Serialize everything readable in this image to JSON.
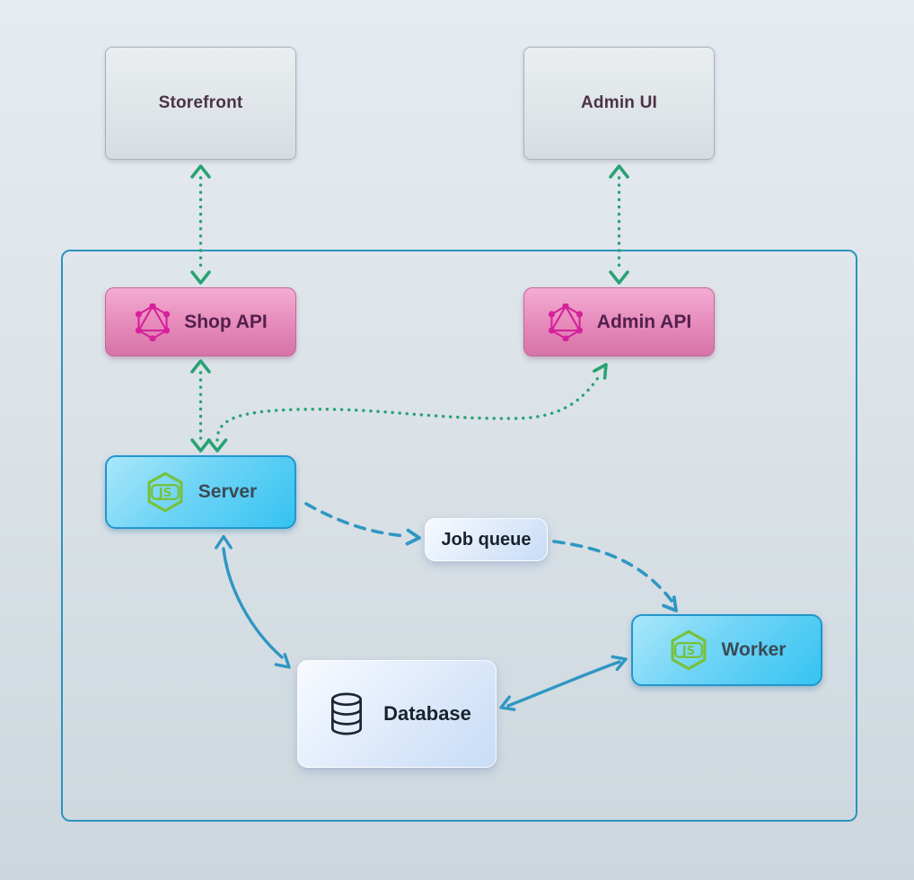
{
  "diagram": {
    "title": "",
    "nodes": {
      "storefront": {
        "label": "Storefront",
        "type": "external-client"
      },
      "admin_ui": {
        "label": "Admin UI",
        "type": "external-client"
      },
      "shop_api": {
        "label": "Shop API",
        "type": "graphql-api",
        "icon": "graphql-icon"
      },
      "admin_api": {
        "label": "Admin API",
        "type": "graphql-api",
        "icon": "graphql-icon"
      },
      "server": {
        "label": "Server",
        "type": "nodejs-process",
        "icon": "nodejs-icon"
      },
      "job_queue": {
        "label": "Job queue",
        "type": "queue"
      },
      "worker": {
        "label": "Worker",
        "type": "nodejs-process",
        "icon": "nodejs-icon"
      },
      "database": {
        "label": "Database",
        "type": "datastore",
        "icon": "database-icon"
      }
    },
    "edges": [
      {
        "from": "storefront",
        "to": "shop_api",
        "direction": "both",
        "line": "dotted",
        "color": "#29a273"
      },
      {
        "from": "admin_ui",
        "to": "admin_api",
        "direction": "both",
        "line": "dotted",
        "color": "#29a273"
      },
      {
        "from": "shop_api",
        "to": "server",
        "direction": "both",
        "line": "dotted",
        "color": "#29a273"
      },
      {
        "from": "server",
        "to": "admin_api",
        "direction": "both",
        "line": "dotted",
        "color": "#29a273"
      },
      {
        "from": "server",
        "to": "job_queue",
        "direction": "one-way",
        "line": "dashed",
        "color": "#2f97c3"
      },
      {
        "from": "job_queue",
        "to": "worker",
        "direction": "one-way",
        "line": "dashed",
        "color": "#2f97c3"
      },
      {
        "from": "server",
        "to": "database",
        "direction": "both",
        "line": "solid",
        "color": "#2f97c3"
      },
      {
        "from": "worker",
        "to": "database",
        "direction": "both",
        "line": "solid",
        "color": "#2f97c3"
      }
    ],
    "colors": {
      "green_arrow": "#29a273",
      "blue_arrow": "#2f97c3",
      "container_border": "#2d93bf",
      "graphql_icon": "#d6219c",
      "nodejs_icon": "#76c23d",
      "pink_box": "#e78cbc",
      "blue_box": "#35c3f2",
      "gray_box": "#dfe5e8",
      "light_box": "#dce9fa"
    }
  }
}
